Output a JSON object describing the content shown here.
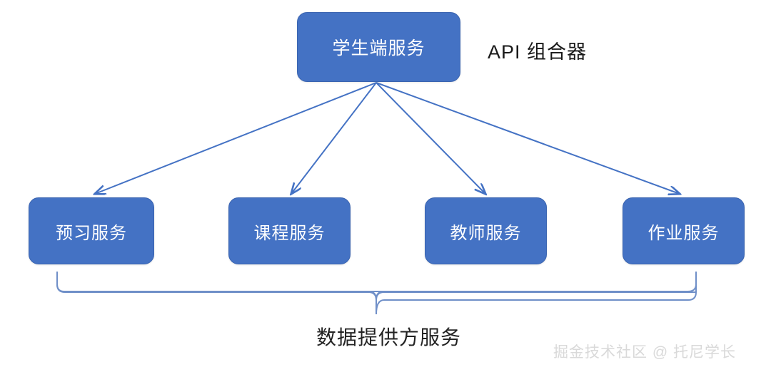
{
  "diagram": {
    "type": "architecture-tree",
    "background_color": "#ffffff",
    "node_fill_color": "#4472c4",
    "node_border_color": "#3a64b0",
    "node_text_color": "#ffffff",
    "connector_color": "#4472c4",
    "brace_color": "#6f8fc8",
    "root": {
      "label": "学生端服务",
      "side_note": "API 组合器"
    },
    "leaves": [
      {
        "label": "预习服务"
      },
      {
        "label": "课程服务"
      },
      {
        "label": "教师服务"
      },
      {
        "label": "作业服务"
      }
    ],
    "group_caption": "数据提供方服务",
    "watermark": "掘金技术社区 @ 托尼学长"
  }
}
